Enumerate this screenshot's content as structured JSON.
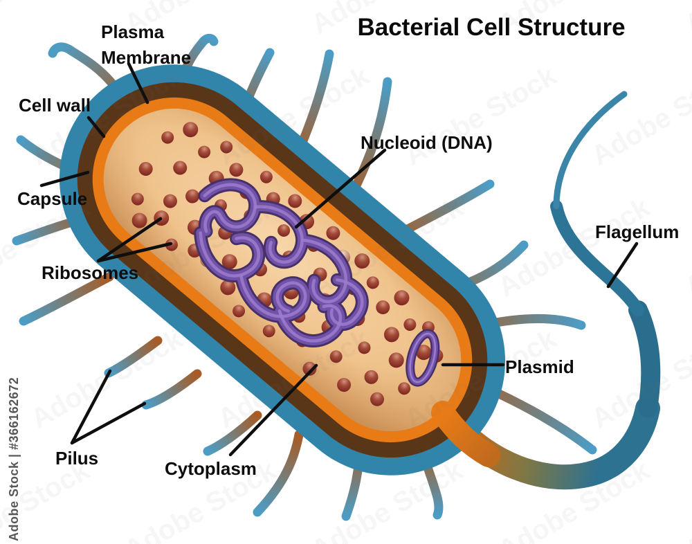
{
  "title": "Bacterial Cell Structure",
  "labels": {
    "plasma_membrane_line1": "Plasma",
    "plasma_membrane_line2": "Membrane",
    "cell_wall": "Cell wall",
    "capsule": "Capsule",
    "ribosomes": "Ribosomes",
    "pilus": "Pilus",
    "cytoplasm": "Cytoplasm",
    "nucleoid": "Nucleoid (DNA)",
    "plasmid": "Plasmid",
    "flagellum": "Flagellum"
  },
  "watermark": {
    "tile_text": "Adobe Stock",
    "id_text": "Adobe Stock | #366162672"
  },
  "colors": {
    "background": "#ffffff",
    "capsule_blue": "#3285aa",
    "cell_wall_brown": "#5a3619",
    "membrane_orange": "#e87b15",
    "cytoplasm_light": "#f6d3a5",
    "cytoplasm_dark": "#c68a4f",
    "ribosome_dark": "#7a241d",
    "ribosome_highlight": "#d3927c",
    "nucleoid_dark": "#46306a",
    "nucleoid_mid": "#7152a6",
    "nucleoid_light": "#9b7dcf",
    "pilus_orange": "#a85b24",
    "pilus_blue": "#4b9dc6",
    "flagellum_teal": "#2b6d8d",
    "flagellum_orange": "#cd6a16",
    "label_black": "#0e0e0e",
    "watermark_gray": "#707070"
  }
}
